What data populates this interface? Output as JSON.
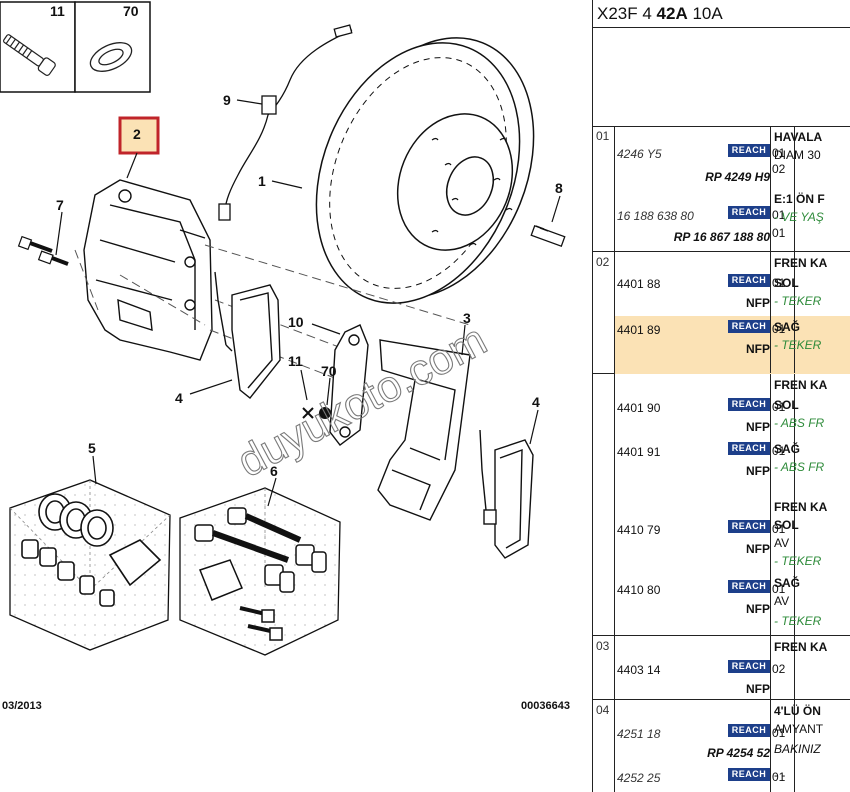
{
  "diagram": {
    "callouts": [
      "11",
      "70",
      "2",
      "9",
      "1",
      "7",
      "8",
      "10",
      "3",
      "4",
      "11",
      "70",
      "4",
      "5",
      "6"
    ],
    "footer_left": "03/2013",
    "footer_right": "00036643",
    "watermark": "duyukoto.com"
  },
  "panel": {
    "header_prefix": "X23F 4 ",
    "header_bold": "42A",
    "header_suffix": " 10A",
    "reach_label": "REACH",
    "groups": [
      {
        "num": "01",
        "rows": [
          {
            "ref": "4246 Y5",
            "sub": "RP 4249 H9",
            "qty": "01",
            "qty2": "02"
          },
          {
            "ref": "16 188 638 80",
            "sub": "RP 16 867 188 80",
            "qty": "01",
            "qty2": "01"
          }
        ],
        "desc": [
          "HAVALA",
          "DIAM 30",
          "E:1 ÖN F",
          "- VE YAŞ"
        ]
      },
      {
        "num": "02",
        "rows": [
          {
            "ref": "4401 88",
            "sub": "NFP",
            "qty": "01"
          },
          {
            "ref": "4401 89",
            "sub": "NFP",
            "qty": "01",
            "highlight": true
          }
        ],
        "desc": [
          "FREN KA",
          "SOL",
          "- TEKER",
          "SAĞ",
          "- TEKER"
        ]
      },
      {
        "num": "",
        "rows": [
          {
            "ref": "4401 90",
            "sub": "NFP",
            "qty": "01"
          },
          {
            "ref": "4401 91",
            "sub": "NFP",
            "qty": "01"
          }
        ],
        "desc": [
          "FREN KA",
          "SOL",
          "- ABS FR",
          "SAĞ",
          "- ABS FR"
        ]
      },
      {
        "num": "",
        "rows": [
          {
            "ref": "4410 79",
            "sub": "NFP",
            "qty": "01"
          },
          {
            "ref": "4410 80",
            "sub": "NFP",
            "qty": "01"
          }
        ],
        "desc": [
          "FREN KA",
          "SOL",
          "AV",
          "- TEKER",
          "SAĞ",
          "AV",
          "- TEKER"
        ]
      },
      {
        "num": "03",
        "rows": [
          {
            "ref": "4403 14",
            "sub": "NFP",
            "qty": "02"
          }
        ],
        "desc": [
          "FREN KA"
        ]
      },
      {
        "num": "04",
        "rows": [
          {
            "ref": "4251 18",
            "sub": "RP 4254 52",
            "qty": "01"
          },
          {
            "ref": "4252 25",
            "sub": "",
            "qty": "01"
          }
        ],
        "desc": [
          "4'LÜ ÖN",
          "AMYANT",
          "BAKINIZ",
          "- -"
        ]
      }
    ]
  }
}
